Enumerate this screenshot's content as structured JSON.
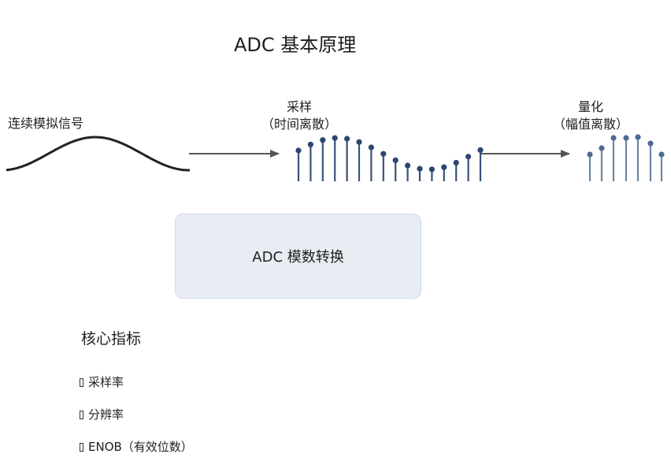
{
  "title": "ADC 基本原理",
  "stages": {
    "analog": {
      "label": "连续模拟信号"
    },
    "sampling": {
      "label_line1": "采样",
      "label_line2": "（时间离散）"
    },
    "quantization": {
      "label_line1": "量化",
      "label_line2": "（幅值离散）"
    }
  },
  "adc_box": {
    "label": "ADC 模数转换"
  },
  "metrics": {
    "heading": "核心指标",
    "items": [
      {
        "text": "采样率"
      },
      {
        "text": "分辨率"
      },
      {
        "text": "ENOB（有效位数）"
      }
    ]
  },
  "colors": {
    "signal": "#222222",
    "stem_sampling": "#3a5378",
    "stem_quantized": "#6e87a6",
    "dot_sampling": "#2c466e",
    "dot_quantized": "#4e6a91",
    "arrow": "#555555",
    "box_fill": "#e8edf3"
  }
}
